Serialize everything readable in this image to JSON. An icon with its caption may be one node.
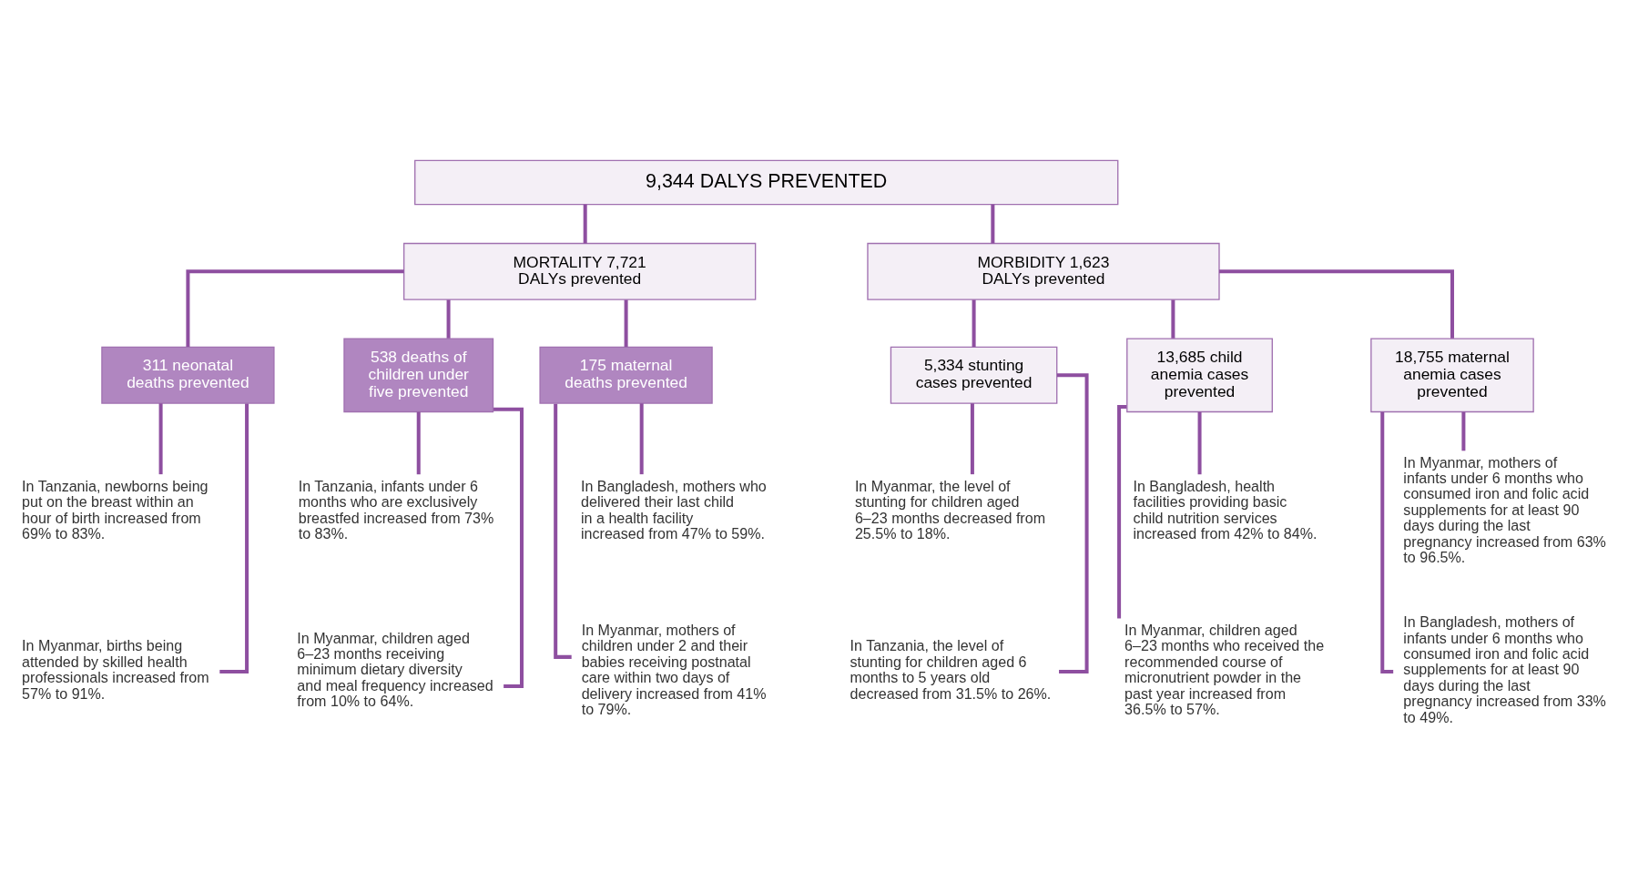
{
  "diagram": {
    "nodes": [
      {
        "text": [
          "9,344 DALYS PREVENTED"
        ]
      },
      {
        "text": [
          "MORTALITY 7,721 DALYs prevented"
        ]
      },
      {
        "text": [
          "MORBIDITY 1,623 DALYs prevented"
        ]
      },
      {
        "text": [
          "311 neonatal deaths prevented"
        ]
      },
      {
        "text": [
          "538 deaths of children under five prevented"
        ]
      },
      {
        "text": [
          "175 maternal deaths prevented"
        ]
      },
      {
        "text": [
          "5,334 stunting cases prevented"
        ]
      },
      {
        "text": [
          "13,685 child anemia cases prevented"
        ]
      },
      {
        "text": [
          "18,755 maternal anemia cases prevented"
        ]
      },
      {
        "text": [
          "In Tanzania, newborns being put on the breast within an hour of birth increased from 69% to 83%."
        ]
      },
      {
        "text": [
          "In Myanmar, births being attended by skilled health professionals increased from 57% to 91%."
        ]
      },
      {
        "text": [
          "In Tanzania, infants under 6 months who are exclusively breastfed increased from 73% to 83%."
        ]
      },
      {
        "text": [
          "In Myanmar, children aged 6–23 months receiving minimum dietary diversity and meal frequency increased from 10% to 64%."
        ]
      },
      {
        "text": [
          "In Bangladesh, mothers who delivered their last child in a health facility increased from 47% to 59%."
        ]
      },
      {
        "text": [
          "In Myanmar, mothers of children under 2 and their babies receiving postnatal care within two days of delivery increased from 41% to 79%."
        ]
      },
      {
        "text": [
          "In Myanmar, the level of stunting for children aged 6–23 months decreased from 25.5% to 18%."
        ]
      },
      {
        "text": [
          "In Tanzania, the level of stunting for children aged 6 months to 5 years old decreased from 31.5% to 26%."
        ]
      },
      {
        "text": [
          "In Bangladesh, health facilities providing basic child nutrition services increased from 42% to 84%."
        ]
      },
      {
        "text": [
          "In Myanmar, children aged 6–23 months who received the recommended course of micronutrient powder in the past year increased from 36.5% to 57%."
        ]
      },
      {
        "text": [
          "In Myanmar, mothers of infants under 6 months who consumed iron and folic acid supplements for at least 90 days during the last pregnancy increased from 63% to 96.5%."
        ]
      },
      {
        "text": [
          "In Bangladesh, mothers of infants under 6 months who consumed iron and folic acid supplements for at least 90 days during the last pregnancy increased from 33% to 49%."
        ]
      }
    ],
    "edges": [
      {
        "from": 0,
        "to": 1,
        "arrow": "none"
      },
      {
        "from": 0,
        "to": 2,
        "arrow": "none"
      },
      {
        "from": 1,
        "to": 3,
        "arrow": "none"
      },
      {
        "from": 1,
        "to": 4,
        "arrow": "none"
      },
      {
        "from": 1,
        "to": 5,
        "arrow": "none"
      },
      {
        "from": 2,
        "to": 6,
        "arrow": "none"
      },
      {
        "from": 2,
        "to": 7,
        "arrow": "none"
      },
      {
        "from": 2,
        "to": 8,
        "arrow": "none"
      },
      {
        "from": 3,
        "to": 9,
        "arrow": "none"
      },
      {
        "from": 3,
        "to": 10,
        "arrow": "none"
      },
      {
        "from": 4,
        "to": 11,
        "arrow": "none"
      },
      {
        "from": 4,
        "to": 12,
        "arrow": "none"
      },
      {
        "from": 5,
        "to": 13,
        "arrow": "none"
      },
      {
        "from": 5,
        "to": 14,
        "arrow": "none"
      },
      {
        "from": 6,
        "to": 15,
        "arrow": "none"
      },
      {
        "from": 6,
        "to": 16,
        "arrow": "none"
      },
      {
        "from": 7,
        "to": 17,
        "arrow": "none"
      },
      {
        "from": 7,
        "to": 18,
        "arrow": "none"
      },
      {
        "from": 8,
        "to": 19,
        "arrow": "none"
      },
      {
        "from": 8,
        "to": 20,
        "arrow": "none"
      }
    ]
  }
}
